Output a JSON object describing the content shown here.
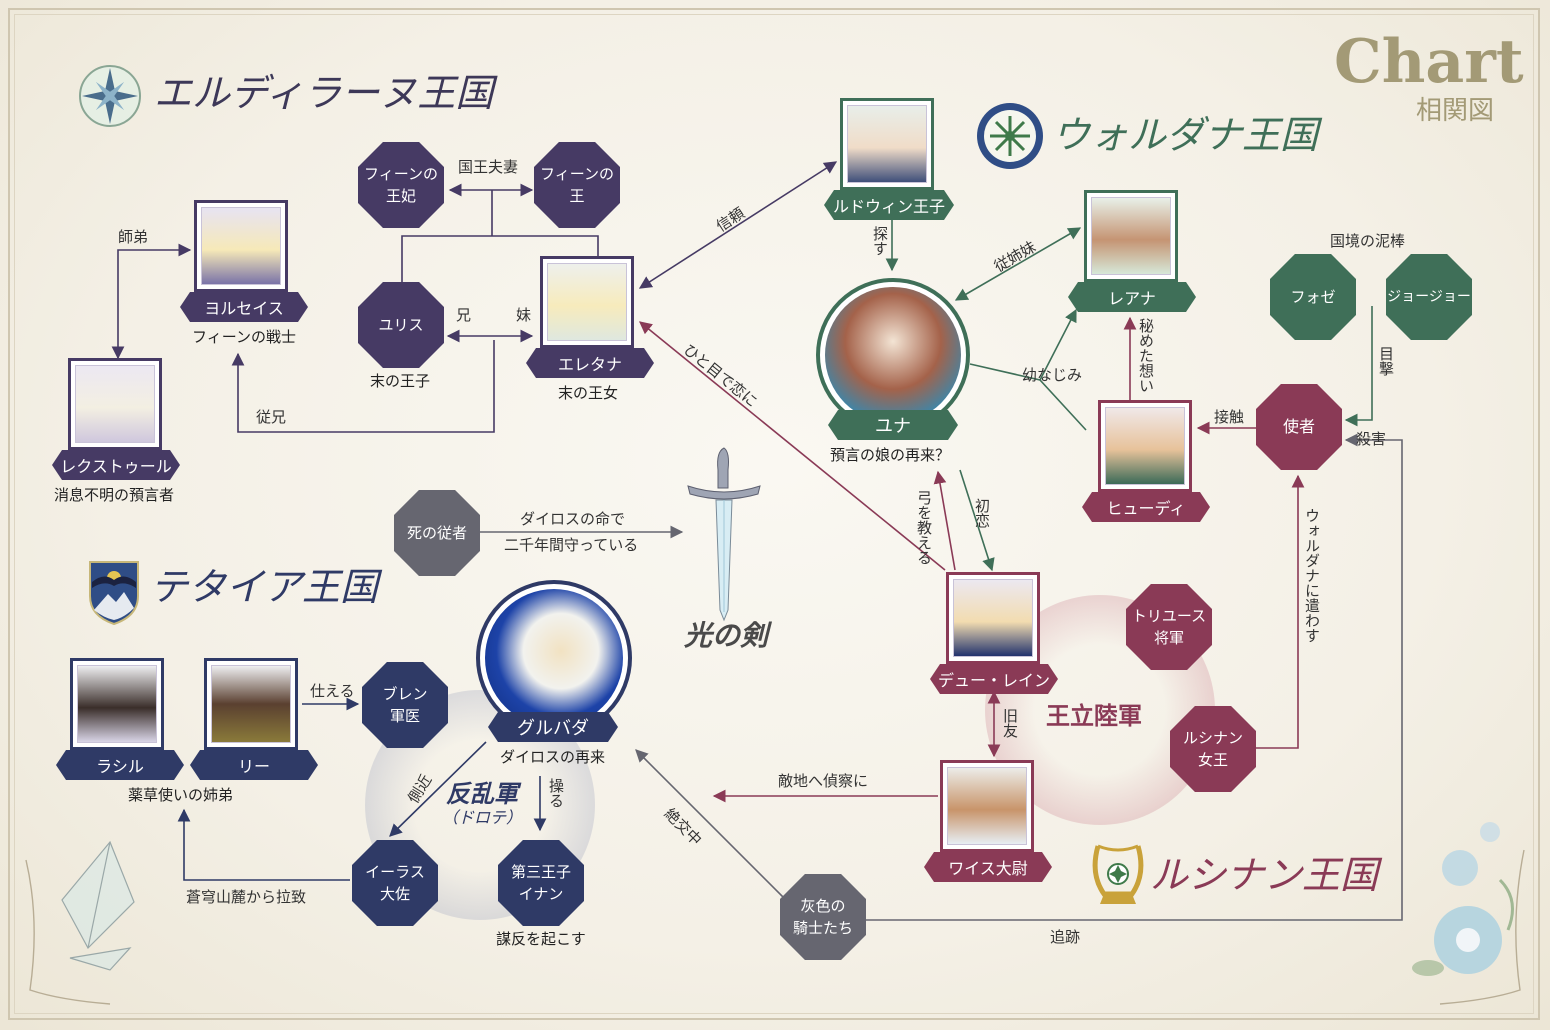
{
  "header": {
    "chart_word": "Chart",
    "chart_sub": "相関図"
  },
  "kingdoms": {
    "erdi": "エルディラーヌ王国",
    "walda": "ウォルダナ王国",
    "tetaia": "テタイア王国",
    "rusinan": "ルシナン王国"
  },
  "characters": {
    "yorseis": {
      "name": "ヨルセイス",
      "desc": "フィーンの戦士"
    },
    "rekstool": {
      "name": "レクストゥール",
      "desc": "消息不明の預言者"
    },
    "eretana": {
      "name": "エレタナ",
      "desc": "末の王女"
    },
    "ludwin": {
      "name": "ルドウィン王子"
    },
    "rena": {
      "name": "レアナ"
    },
    "yuna": {
      "name": "ユナ",
      "desc": "預言の娘の再来？"
    },
    "hyudi": {
      "name": "ヒューディ"
    },
    "dulane": {
      "name": "デュー・レイン"
    },
    "wise": {
      "name": "ワイス大尉"
    },
    "gurubada": {
      "name": "グルバダ",
      "desc": "ダイロスの再来"
    },
    "rasil": {
      "name": "ラシル"
    },
    "ri": {
      "name": "リー"
    },
    "siblings_desc": "薬草使いの姉弟"
  },
  "octagons": {
    "queen": "フィーンの\n王妃",
    "king": "フィーンの\n王",
    "yuris": "ユリス",
    "yuris_desc": "末の王子",
    "shisha": "死の従者",
    "fose": "フォゼ",
    "jojo": "ジョージョー",
    "messenger": "使者",
    "triuse": "トリユース\n将軍",
    "queen_rusinan": "ルシナン\n女王",
    "buren": "ブレン\n軍医",
    "eeras": "イーラス\n大佐",
    "inan": "第三王子\nイナン",
    "inan_desc": "謀反を起こす",
    "knights": "灰色の\n騎士たち"
  },
  "groups": {
    "army": "王立陸軍",
    "rebels": "反乱軍",
    "rebels_sub": "（ドロテ）",
    "sword": "光の剣"
  },
  "relations": {
    "king_couple": "国王夫妻",
    "shitei": "師弟",
    "ani": "兄",
    "imouto": "妹",
    "juukei": "従兄",
    "shinrai": "信頼",
    "sagasu": "探す",
    "juushimai": "従姉妹",
    "osananajimi": "幼なじみ",
    "himeta": "秘めた想い",
    "hitome": "ひと目で恋に",
    "yumi": "弓を教える",
    "hatsukoi": "初恋",
    "sesshoku": "接触",
    "kokkyou": "国境の泥棒",
    "mokugeki": "目撃",
    "satsugai": "殺害",
    "kenshi": "ウォルダナに遣わす",
    "kyuuyu": "旧友",
    "tekichi": "敵地へ偵察に",
    "zekkou": "絶交中",
    "tsuiseki": "追跡",
    "daiyros_1": "ダイロスの命で",
    "daiyros_2": "二千年間守っている",
    "tsukaeru": "仕える",
    "sokkin": "側近",
    "ayatsuru": "操る",
    "rachi": "蒼穹山麓から拉致"
  },
  "colors": {
    "erdi": "#463a64",
    "walda": "#3f6f58",
    "rusinan": "#8a3a56",
    "tetaia": "#2f3a66",
    "gray": "#666670"
  }
}
